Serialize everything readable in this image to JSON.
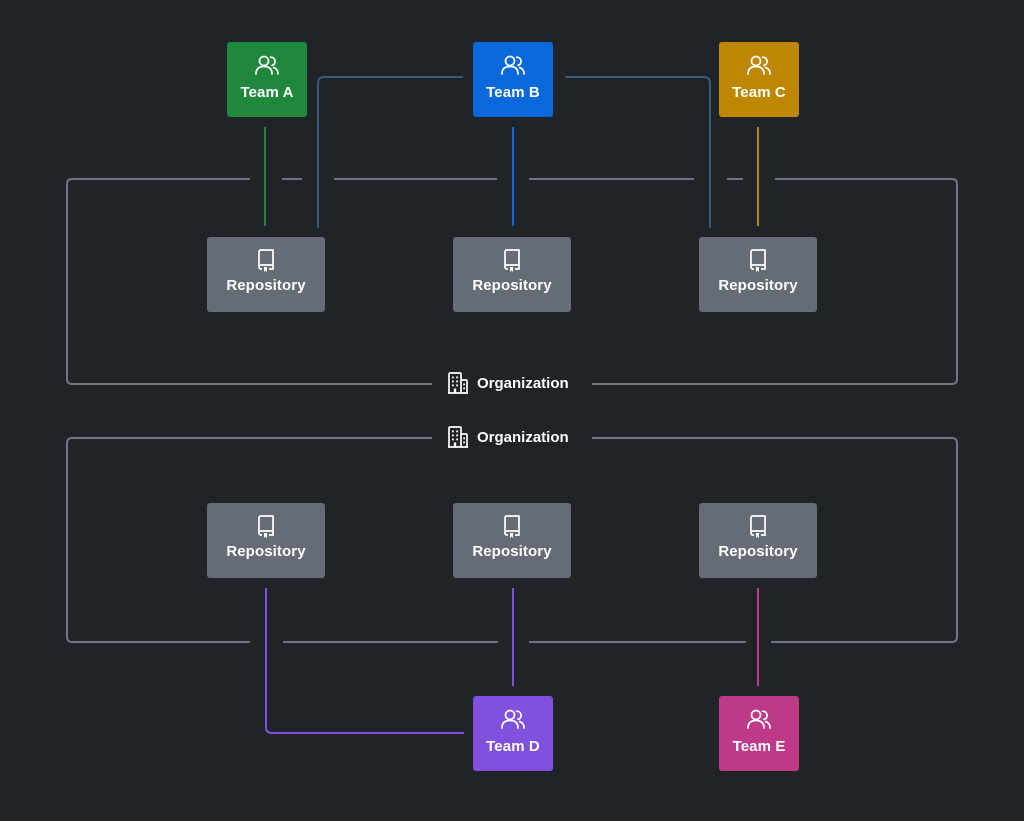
{
  "colors": {
    "background": "#202327",
    "org_border": "#6e7681",
    "repository": "#656c76",
    "team_a": "#1f883d",
    "team_b": "#0969da",
    "team_c": "#bf8700",
    "team_d": "#8250df",
    "team_e": "#bf3989",
    "line_b": "#3b5a7a"
  },
  "org_top": {
    "label": "Organization",
    "icon": "organization-icon",
    "teams": [
      {
        "label": "Team A",
        "icon": "people-icon"
      },
      {
        "label": "Team B",
        "icon": "people-icon"
      },
      {
        "label": "Team C",
        "icon": "people-icon"
      }
    ],
    "repositories": [
      {
        "label": "Repository",
        "icon": "repo-icon"
      },
      {
        "label": "Repository",
        "icon": "repo-icon"
      },
      {
        "label": "Repository",
        "icon": "repo-icon"
      }
    ]
  },
  "org_bottom": {
    "label": "Organization",
    "icon": "organization-icon",
    "repositories": [
      {
        "label": "Repository",
        "icon": "repo-icon"
      },
      {
        "label": "Repository",
        "icon": "repo-icon"
      },
      {
        "label": "Repository",
        "icon": "repo-icon"
      }
    ],
    "teams": [
      {
        "label": "Team D",
        "icon": "people-icon"
      },
      {
        "label": "Team E",
        "icon": "people-icon"
      }
    ]
  }
}
